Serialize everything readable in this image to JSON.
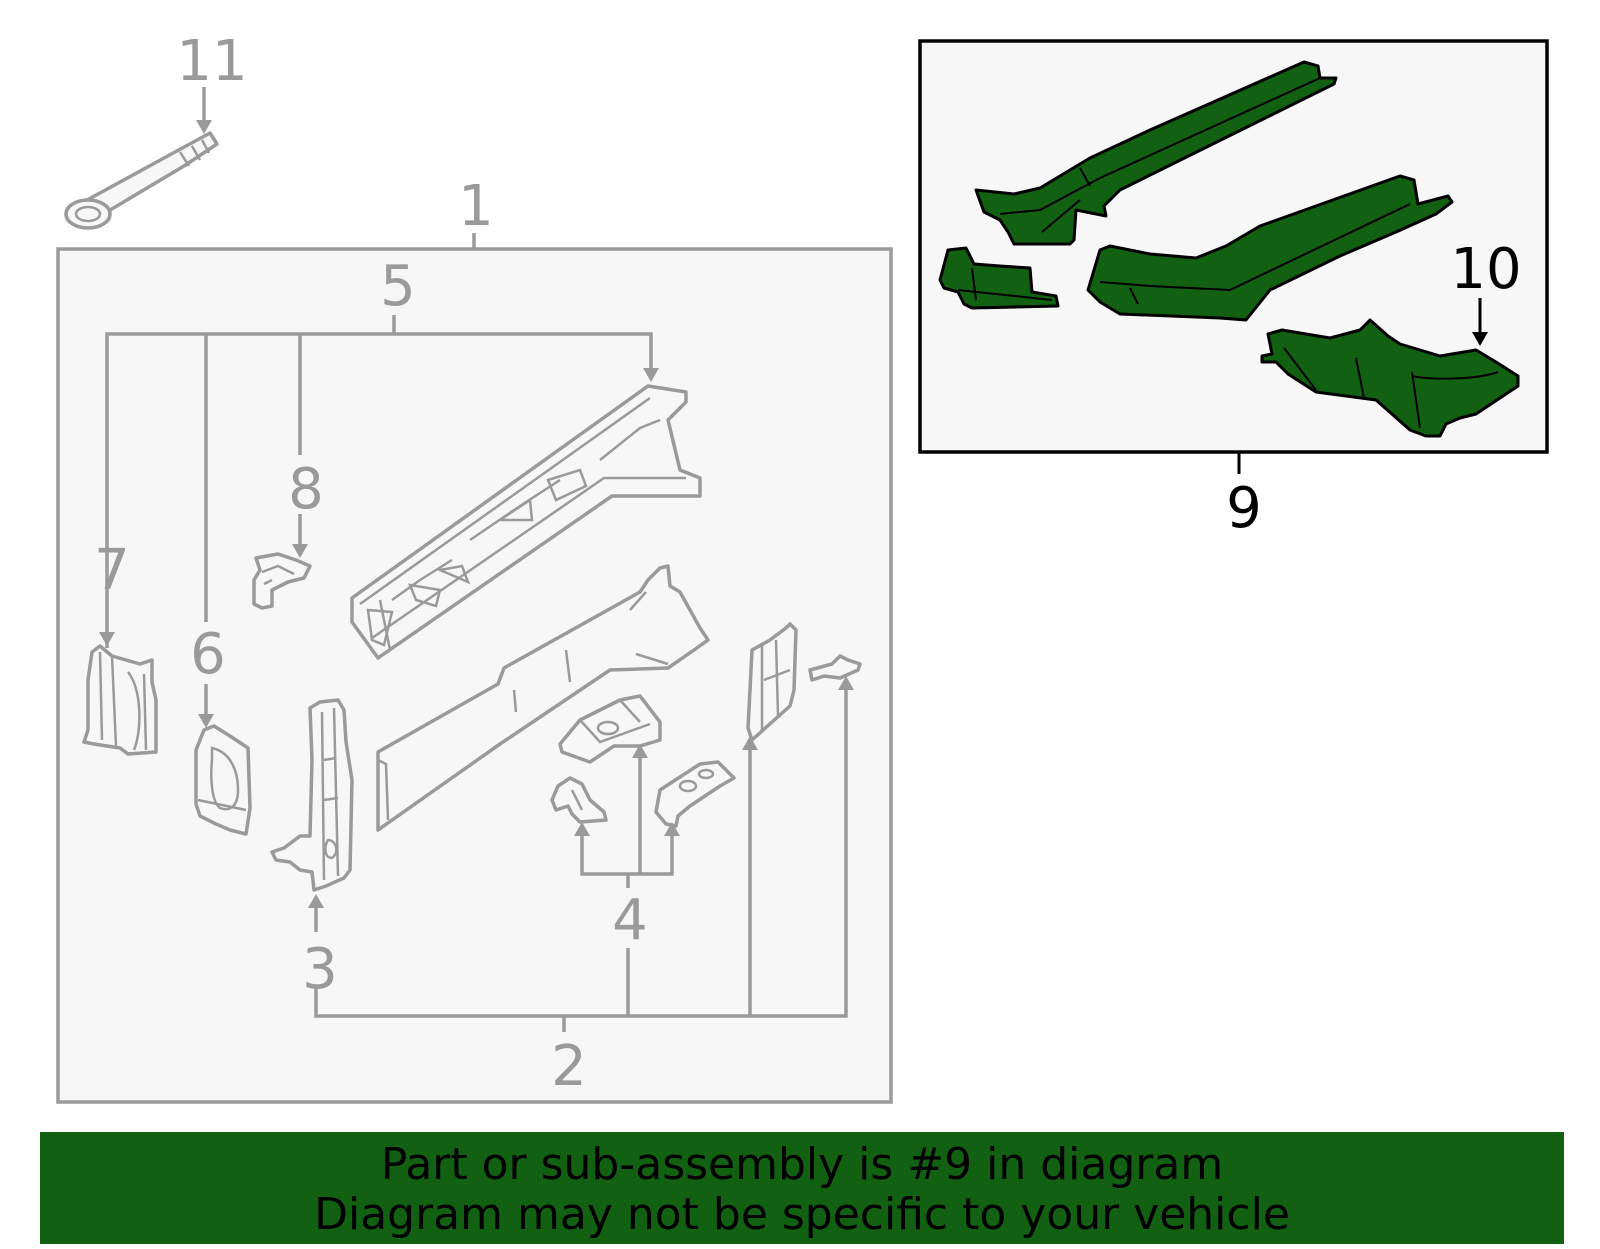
{
  "callouts": {
    "c1": "1",
    "c2": "2",
    "c3": "3",
    "c4": "4",
    "c5": "5",
    "c6": "6",
    "c7": "7",
    "c8": "8",
    "c9": "9",
    "c10": "10",
    "c11": "11"
  },
  "banner": {
    "line1": "Part or sub-assembly is #9 in diagram",
    "line2": "Diagram may not be specific to your vehicle"
  },
  "colors": {
    "highlight": "#126012",
    "inactive": "#9a9a9a",
    "active": "#000000",
    "panel_bg": "#f7f7f7"
  }
}
